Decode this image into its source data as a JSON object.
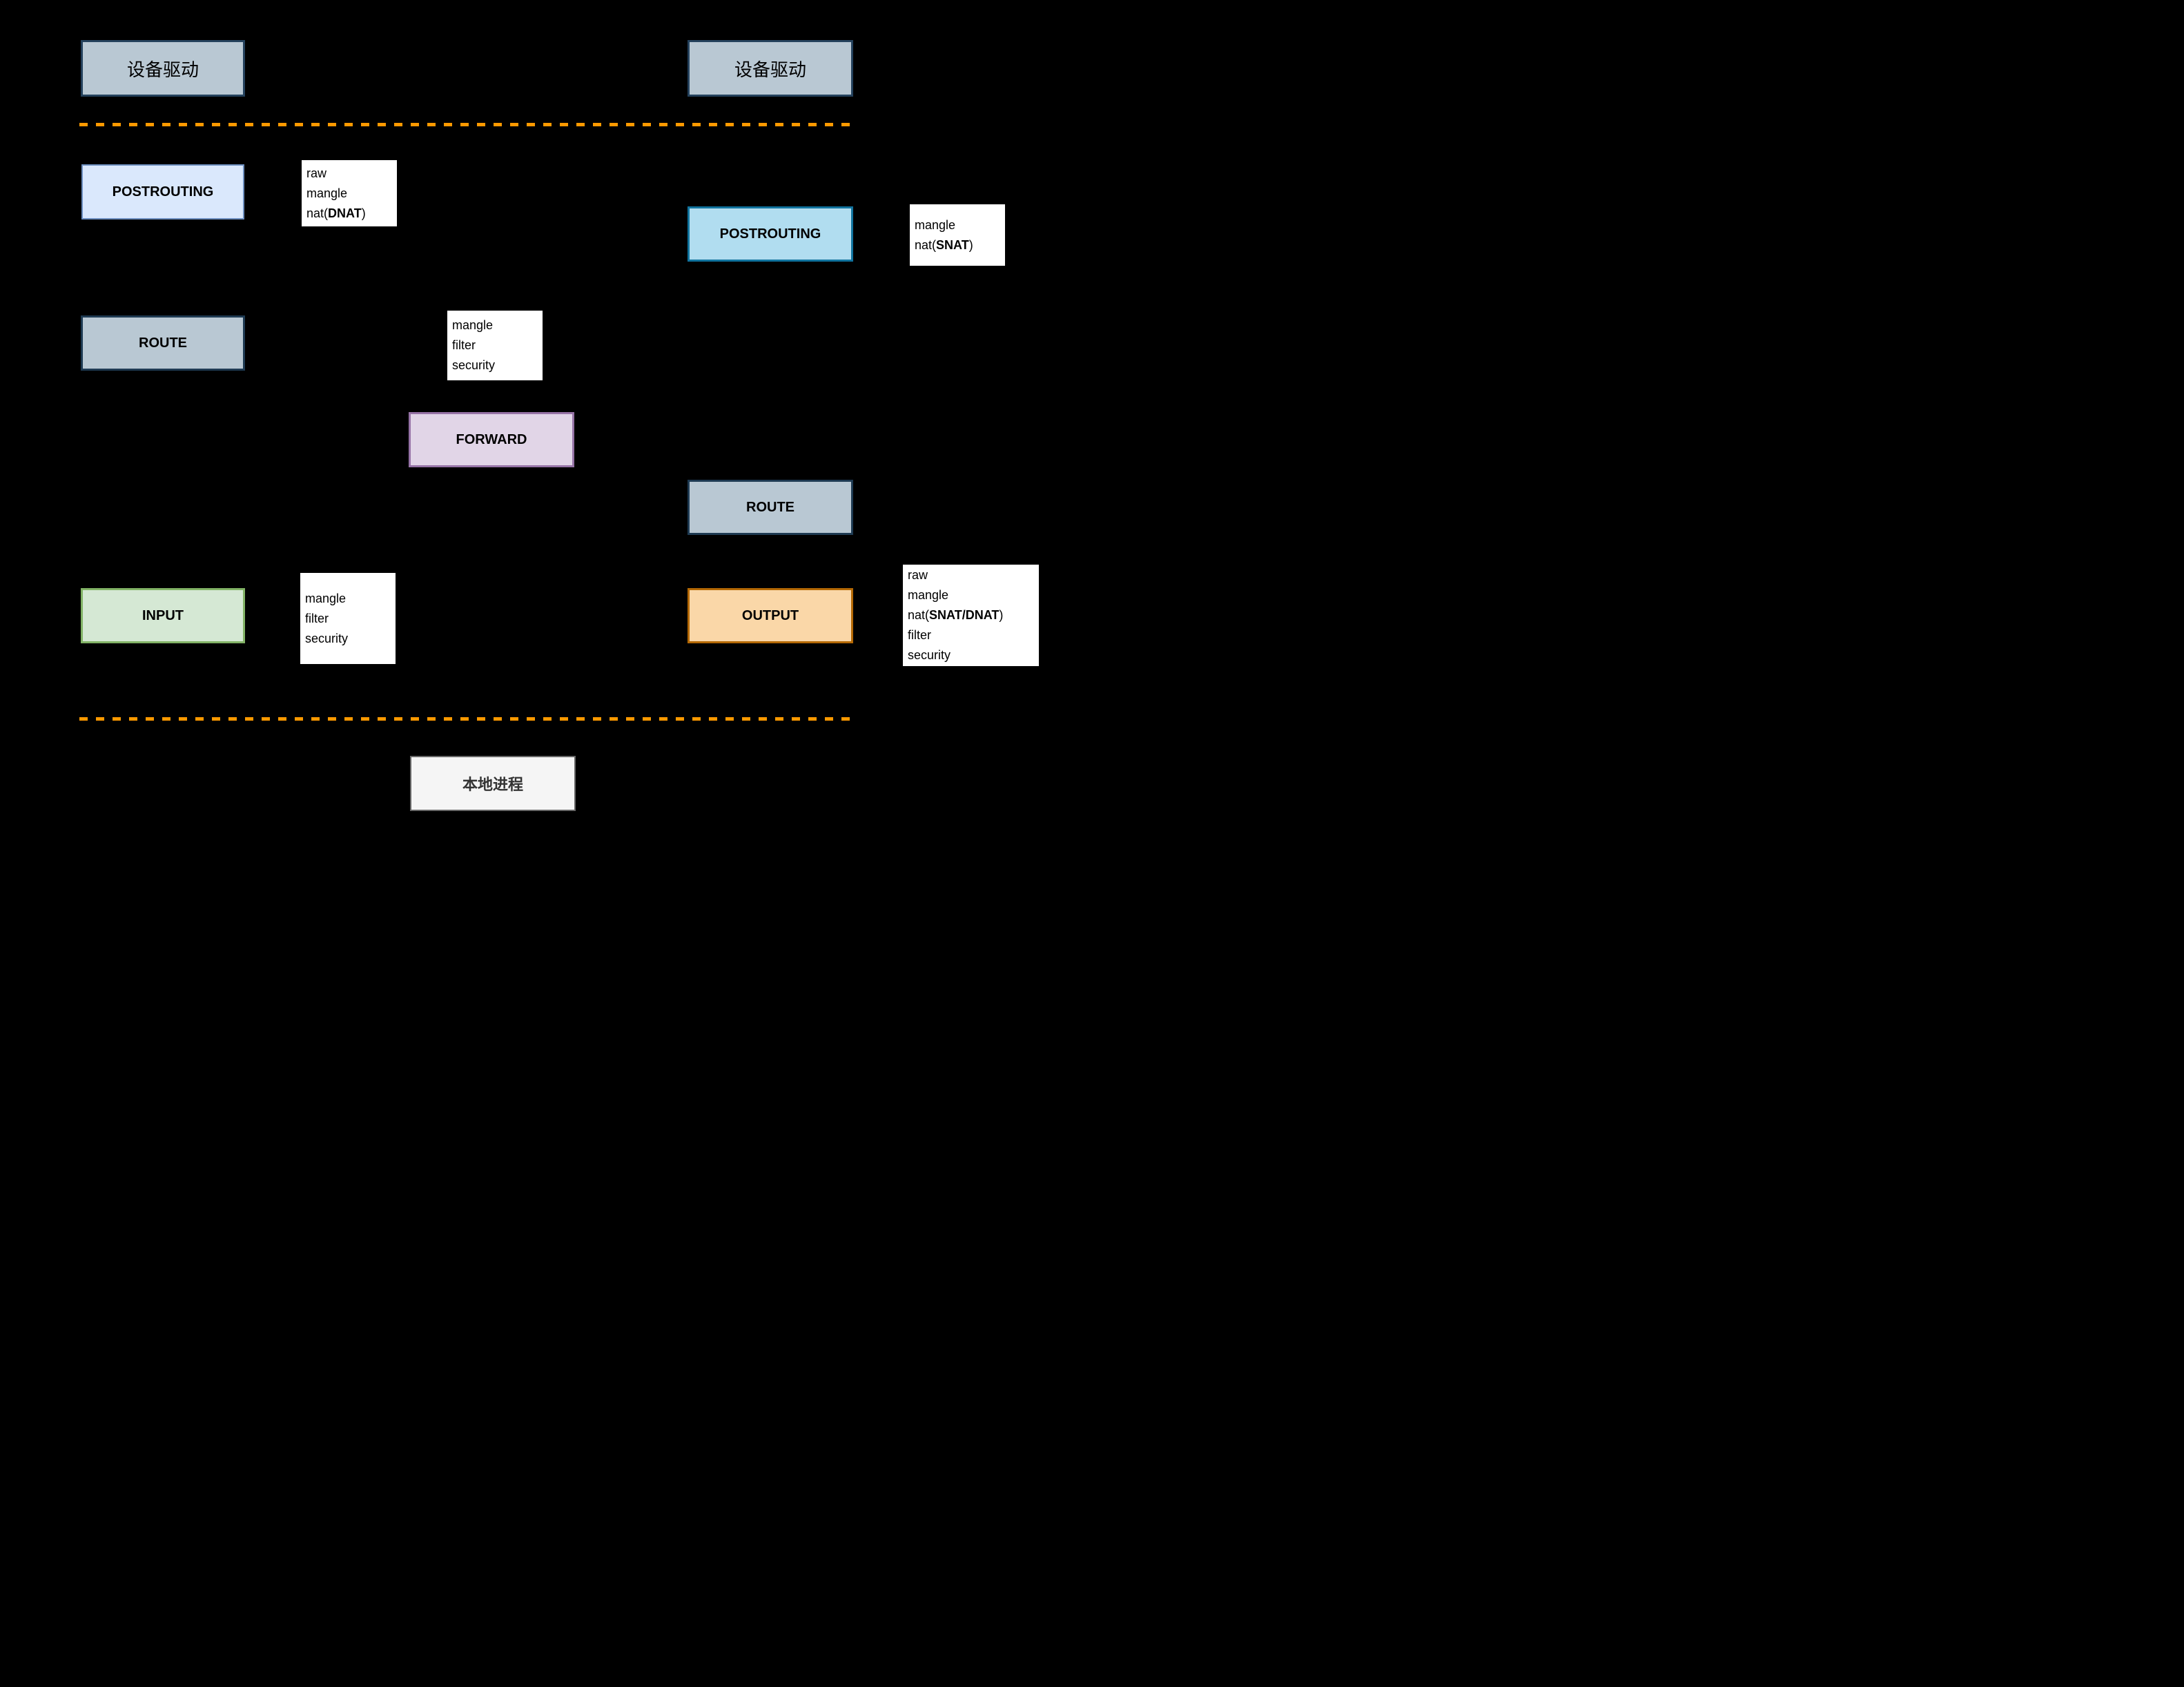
{
  "diagram": {
    "background_color": "#000000",
    "boundary_dash_color": "#ff9900"
  },
  "nodes": {
    "device_driver_left": {
      "label": "设备驱动",
      "fill": "#b9c8d3",
      "stroke": "#24415c"
    },
    "device_driver_right": {
      "label": "设备驱动",
      "fill": "#b9c8d3",
      "stroke": "#24415c"
    },
    "postrouting_left": {
      "label": "POSTROUTING",
      "fill": "#dae8fc",
      "stroke": "#6c8ebf"
    },
    "postrouting_right": {
      "label": "POSTROUTING",
      "fill": "#b1ddf0",
      "stroke": "#10739e"
    },
    "route_left": {
      "label": "ROUTE",
      "fill": "#b9c8d3",
      "stroke": "#1e3a52"
    },
    "route_right": {
      "label": "ROUTE",
      "fill": "#b9c8d3",
      "stroke": "#1e3a52"
    },
    "forward": {
      "label": "FORWARD",
      "fill": "#e1d5e7",
      "stroke": "#9673a6"
    },
    "input": {
      "label": "INPUT",
      "fill": "#d5e8d4",
      "stroke": "#82b366"
    },
    "output": {
      "label": "OUTPUT",
      "fill": "#fad7a8",
      "stroke": "#b46804"
    },
    "local_process": {
      "label": "本地进程",
      "fill": "#f5f5f5",
      "stroke": "#666666"
    }
  },
  "tables": {
    "prerouting": {
      "lines": [
        [
          {
            "t": "raw"
          }
        ],
        [
          {
            "t": "mangle"
          }
        ],
        [
          {
            "t": "nat("
          },
          {
            "t": "DNAT",
            "b": true
          },
          {
            "t": ")"
          }
        ]
      ]
    },
    "snat": {
      "lines": [
        [
          {
            "t": "mangle"
          }
        ],
        [
          {
            "t": "nat("
          },
          {
            "t": "SNAT",
            "b": true
          },
          {
            "t": ")"
          }
        ]
      ]
    },
    "forward": {
      "lines": [
        [
          {
            "t": "mangle"
          }
        ],
        [
          {
            "t": "filter"
          }
        ],
        [
          {
            "t": "security"
          }
        ]
      ]
    },
    "input": {
      "lines": [
        [
          {
            "t": "mangle"
          }
        ],
        [
          {
            "t": "filter"
          }
        ],
        [
          {
            "t": "security"
          }
        ]
      ]
    },
    "output": {
      "lines": [
        [
          {
            "t": "raw"
          }
        ],
        [
          {
            "t": "mangle"
          }
        ],
        [
          {
            "t": "nat("
          },
          {
            "t": "SNAT/DNAT",
            "b": true
          },
          {
            "t": ")"
          }
        ],
        [
          {
            "t": "filter"
          }
        ],
        [
          {
            "t": "security"
          }
        ]
      ]
    }
  }
}
